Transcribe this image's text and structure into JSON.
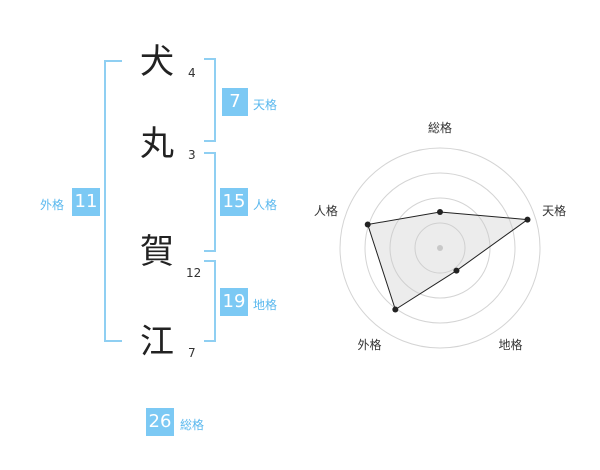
{
  "characters": [
    {
      "char": "犬",
      "strokes": "4"
    },
    {
      "char": "丸",
      "strokes": "3"
    },
    {
      "char": "賀",
      "strokes": "12"
    },
    {
      "char": "江",
      "strokes": "7"
    }
  ],
  "fortunes": {
    "tenkaku": {
      "value": "7",
      "label": "天格"
    },
    "jinkaku": {
      "value": "15",
      "label": "人格"
    },
    "chikaku": {
      "value": "19",
      "label": "地格"
    },
    "gaikaku": {
      "value": "11",
      "label": "外格"
    },
    "soukaku": {
      "value": "26",
      "label": "総格"
    }
  },
  "chart_data": {
    "type": "radar",
    "axes": [
      "総格",
      "天格",
      "地格",
      "外格",
      "人格"
    ],
    "values": [
      0.36,
      0.92,
      0.28,
      0.76,
      0.76
    ],
    "range": [
      0,
      1
    ],
    "rings": 4
  },
  "colors": {
    "accent": "#7cc9f4",
    "label": "#5ab8ee"
  }
}
